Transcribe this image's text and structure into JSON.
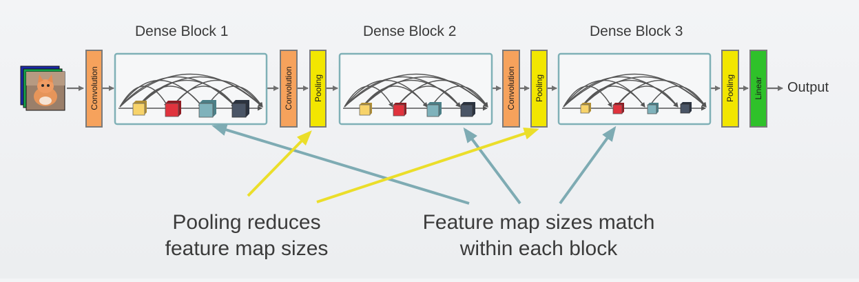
{
  "blocks": [
    {
      "title": "Dense Block 1"
    },
    {
      "title": "Dense Block 2"
    },
    {
      "title": "Dense Block 3"
    }
  ],
  "layers": {
    "convolution": "Convolution",
    "pooling": "Pooling",
    "linear": "Linear"
  },
  "output_label": "Output",
  "captions": {
    "pooling": "Pooling reduces\nfeature map sizes",
    "feature": "Feature map sizes match\nwithin each block"
  },
  "colors": {
    "convolution": "#f6a25c",
    "pooling": "#f2e600",
    "linear": "#2fc12a",
    "dense_border": "#7fb0b6",
    "arrow_teal": "#7eabb3",
    "arrow_yellow": "#ebde2a",
    "fmap_yellow": "#f7d36a",
    "fmap_red": "#e0333d",
    "fmap_teal": "#7fb2bb",
    "fmap_slate": "#4a5566"
  },
  "input_image": "kitten-image"
}
